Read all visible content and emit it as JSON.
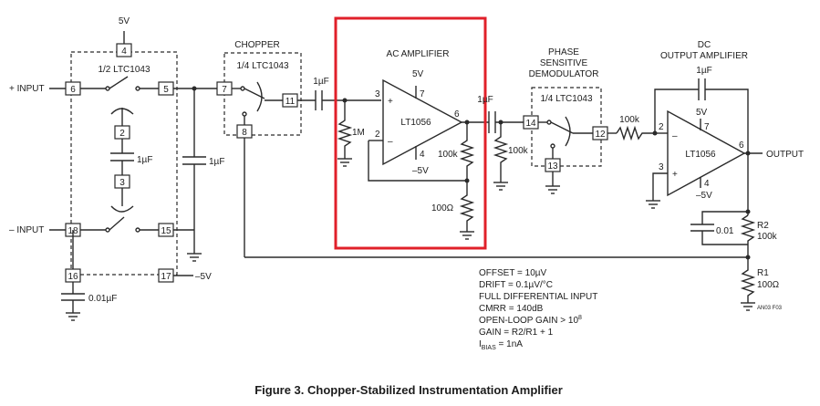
{
  "labels": {
    "v5_top": "5V",
    "ltc_left": "1/2 LTC1043",
    "plus_input": "+ INPUT",
    "minus_input": "– INPUT",
    "minus5v_bottom": "–5V",
    "cap_1uf_a": "1µF",
    "cap_1uf_b": "1µF",
    "cap_001uf": "0.01µF",
    "chopper": "CHOPPER",
    "ltc_chopper": "1/4 LTC1043",
    "cap_1uf_c": "1µF",
    "r_1m": "1M",
    "ac_amplifier": "AC AMPLIFIER",
    "ac_5v": "5V",
    "ac_minus5v": "–5V",
    "lt1056_ac": "LT1056",
    "r_100k_ac": "100k",
    "r_100ohm_ac": "100Ω",
    "cap_1uf_d": "1µF",
    "r_100k_mid": "100k",
    "phase_1": "PHASE",
    "phase_2": "SENSITIVE",
    "phase_3": "DEMODULATOR",
    "ltc_phase": "1/4 LTC1043",
    "r_100k_dc": "100k",
    "dc_1": "DC",
    "dc_2": "OUTPUT AMPLIFIER",
    "cap_1uf_e": "1µF",
    "dc_5v": "5V",
    "dc_minus5v": "–5V",
    "lt1056_dc": "LT1056",
    "output": "OUTPUT",
    "cap_001": "0.01",
    "r2": "R2",
    "r2_val": "100k",
    "r1": "R1",
    "r1_val": "100Ω",
    "code": "AN03 F03"
  },
  "pins": {
    "p4": "4",
    "p6": "6",
    "p5": "5",
    "p2": "2",
    "p3": "3",
    "p18": "18",
    "p15": "15",
    "p16": "16",
    "p17": "17",
    "p7": "7",
    "p11": "11",
    "p8": "8",
    "p14": "14",
    "p12": "12",
    "p13": "13"
  },
  "amp_pins": {
    "ac_in_plus": "3",
    "ac_in_minus": "2",
    "ac_out": "6",
    "ac_v7": "7",
    "ac_v4": "4",
    "dc_in_minus": "2",
    "dc_in_plus": "3",
    "dc_out": "6",
    "dc_v7": "7",
    "dc_v4": "4",
    "plus_sign": "+",
    "minus_sign": "–"
  },
  "specs": {
    "offset": "OFFSET = 10µV",
    "drift": "DRIFT = 0.1µV/°C",
    "diff": "FULL DIFFERENTIAL INPUT",
    "cmrr": "CMRR = 140dB",
    "gain_ol_a": "OPEN-LOOP GAIN > 10",
    "gain_ol_exp": "8",
    "gain": "GAIN = R2/R1 + 1",
    "ibias_a": "I",
    "ibias_sub": "BIAS",
    "ibias_b": " = 1nA"
  },
  "caption": "Figure 3. Chopper-Stabilized Instrumentation Amplifier",
  "highlight_color": "#e0202a"
}
